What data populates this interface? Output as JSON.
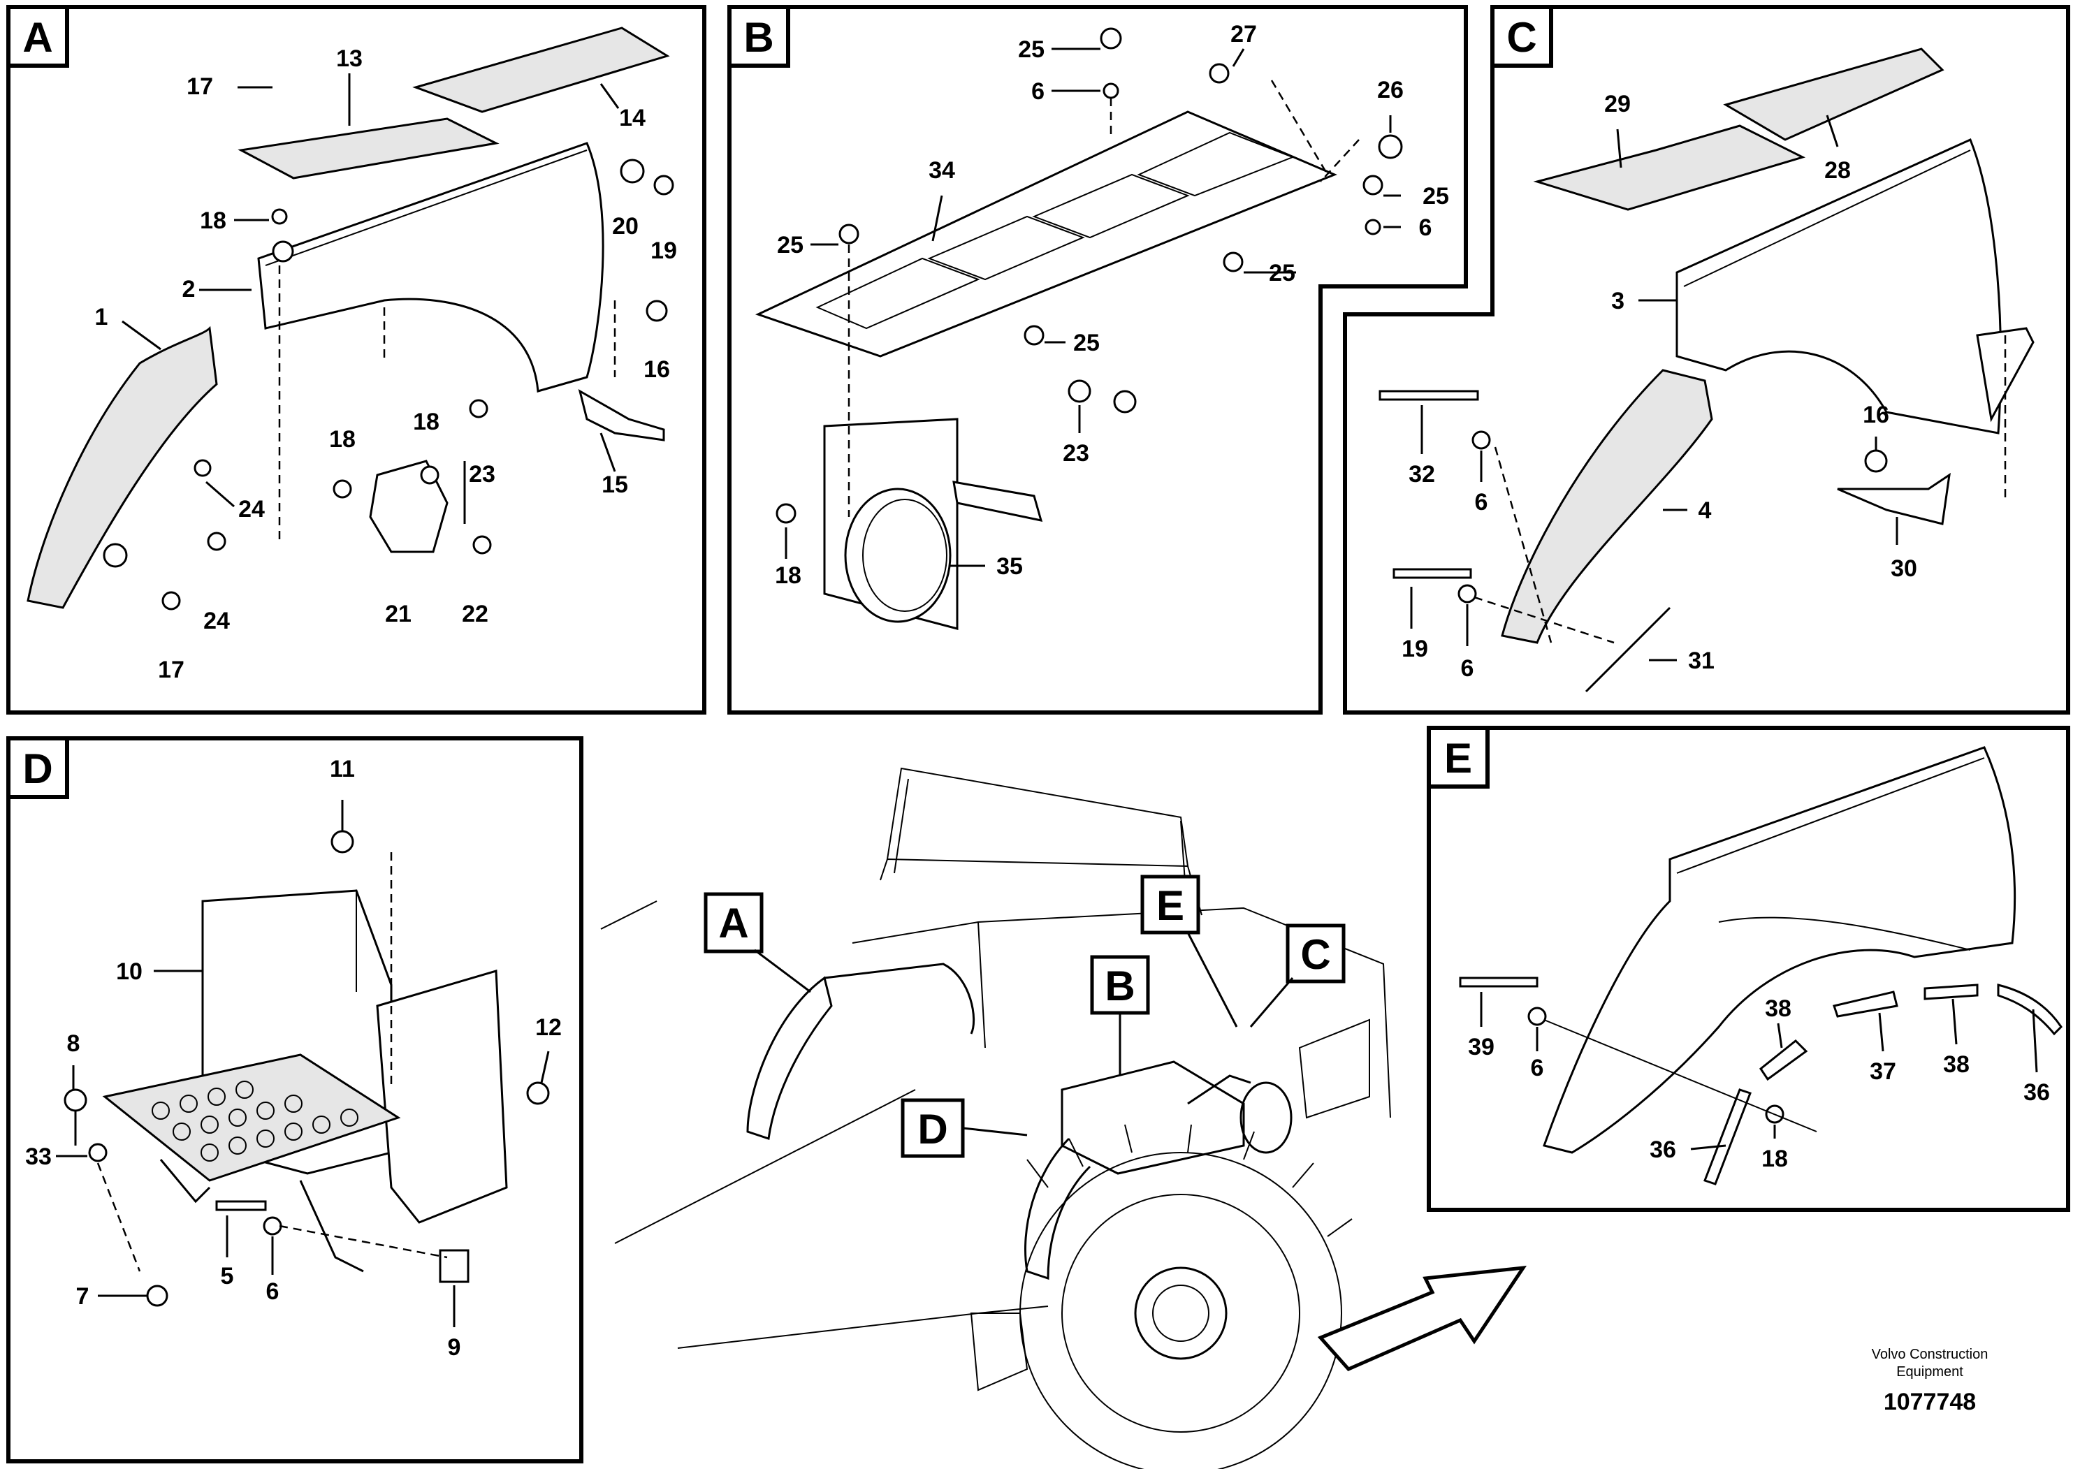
{
  "panels": [
    {
      "id": "A",
      "letter": "A"
    },
    {
      "id": "B",
      "letter": "B"
    },
    {
      "id": "C",
      "letter": "C"
    },
    {
      "id": "D",
      "letter": "D"
    },
    {
      "id": "E",
      "letter": "E"
    }
  ],
  "overview_callouts": [
    "A",
    "B",
    "C",
    "D",
    "E"
  ],
  "panel_a_labels": [
    "17",
    "13",
    "14",
    "18",
    "20",
    "19",
    "2",
    "1",
    "16",
    "18",
    "18",
    "23",
    "24",
    "15",
    "24",
    "21",
    "22",
    "17"
  ],
  "panel_b_labels": [
    "25",
    "27",
    "6",
    "26",
    "34",
    "25",
    "6",
    "25",
    "25",
    "25",
    "23",
    "18",
    "35"
  ],
  "panel_c_labels": [
    "29",
    "28",
    "3",
    "16",
    "32",
    "6",
    "4",
    "30",
    "19",
    "6",
    "31"
  ],
  "panel_d_labels": [
    "11",
    "10",
    "12",
    "8",
    "33",
    "5",
    "6",
    "7",
    "9"
  ],
  "panel_e_labels": [
    "38",
    "39",
    "6",
    "37",
    "38",
    "36",
    "36",
    "18"
  ],
  "footer": {
    "brand_line1": "Volvo Construction",
    "brand_line2": "Equipment",
    "drawing_number": "1077748"
  }
}
